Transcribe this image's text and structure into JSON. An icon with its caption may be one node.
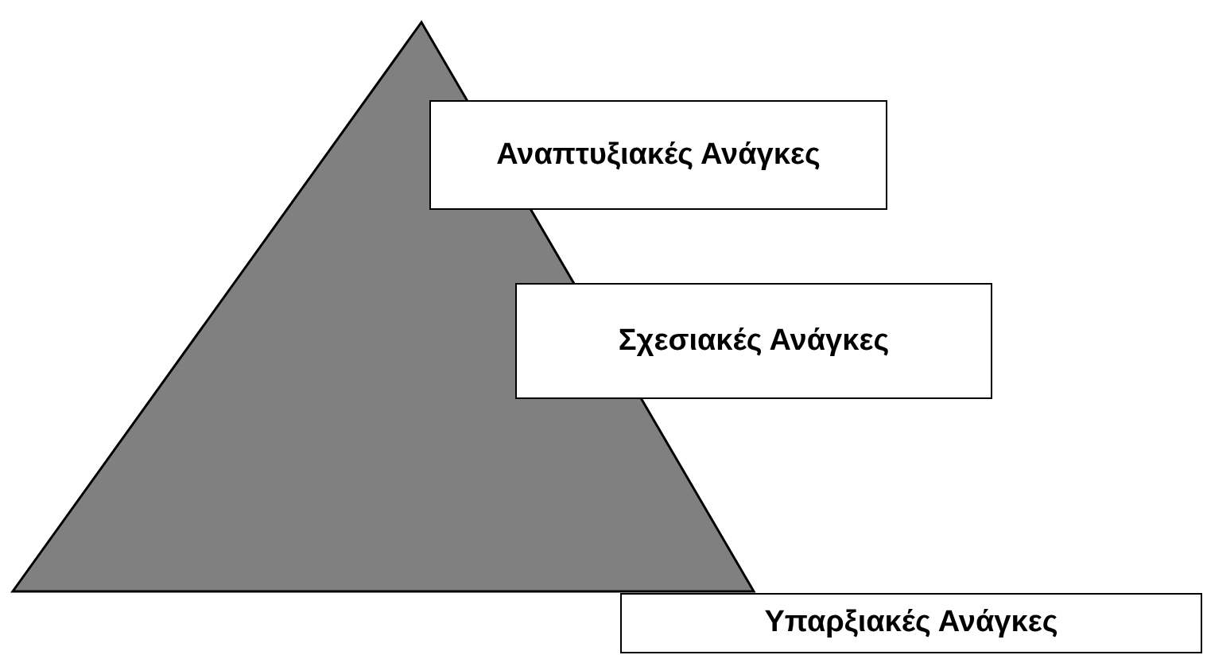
{
  "diagram": {
    "nodes": [
      {
        "text": [
          "Αναπτυξιακές Ανάγκες"
        ]
      },
      {
        "text": [
          "Σχεσιακές Ανάγκες"
        ]
      },
      {
        "text": [
          "Υπαρξιακές Ανάγκες"
        ]
      }
    ],
    "edges": []
  }
}
